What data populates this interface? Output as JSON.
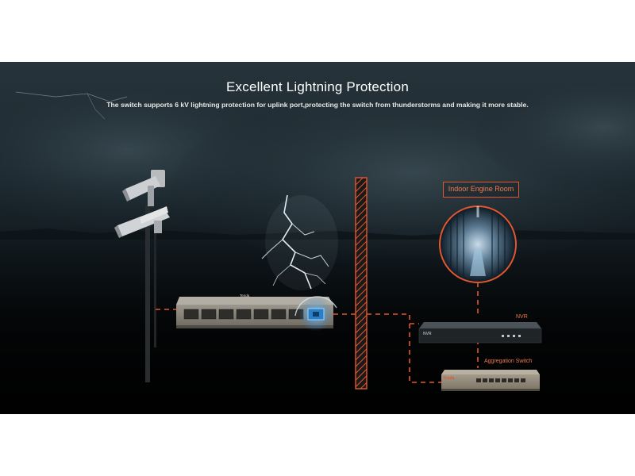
{
  "header": {
    "title": "Excellent Lightning Protection",
    "subtitle": "The switch supports 6 kV lightning protection for uplink port,protecting the switch from thunderstorms and making it more stable."
  },
  "labels": {
    "indoor_room": "Indoor Engine Room",
    "nvr": "NVR",
    "nvr_device_text": "NVR",
    "aggregation_switch": "Aggregation Switch",
    "agg_brand": "Tenda",
    "switch_brand": "Tenda"
  },
  "icons": {
    "cameras": "security-camera-icon",
    "lightning": "lightning-bolt-icon",
    "wall": "protective-wall-icon",
    "server_room": "server-room-icon",
    "desktop_switch": "desktop-switch-icon",
    "nvr": "nvr-device-icon",
    "aggregation": "rack-switch-icon"
  },
  "colors": {
    "accent": "#e4572e",
    "highlight": "#2a7fc9",
    "text": "#ffffff"
  }
}
